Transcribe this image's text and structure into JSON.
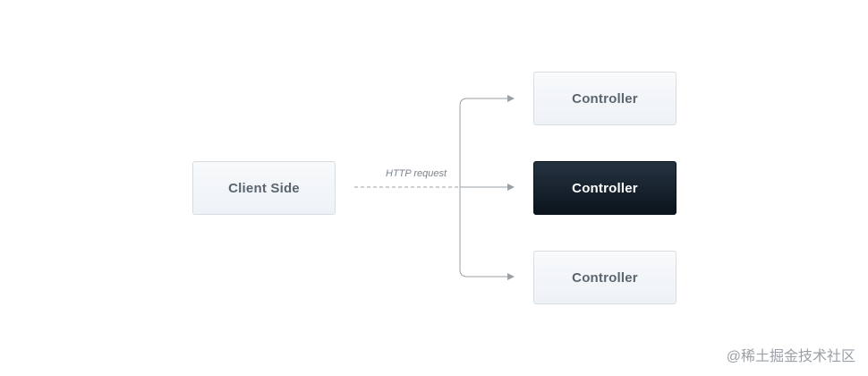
{
  "diagram": {
    "client": {
      "label": "Client Side"
    },
    "edge_label": "HTTP request",
    "controllers": [
      {
        "label": "Controller",
        "highlighted": false
      },
      {
        "label": "Controller",
        "highlighted": true
      },
      {
        "label": "Controller",
        "highlighted": false
      }
    ]
  },
  "watermark": "@稀土掘金技术社区",
  "colors": {
    "box_fill": "#f1f4f7",
    "box_border": "#d7dde4",
    "box_text": "#5b6570",
    "highlight_fill": "#18242f",
    "highlight_text": "#ffffff",
    "connector": "#9aa0a6"
  }
}
